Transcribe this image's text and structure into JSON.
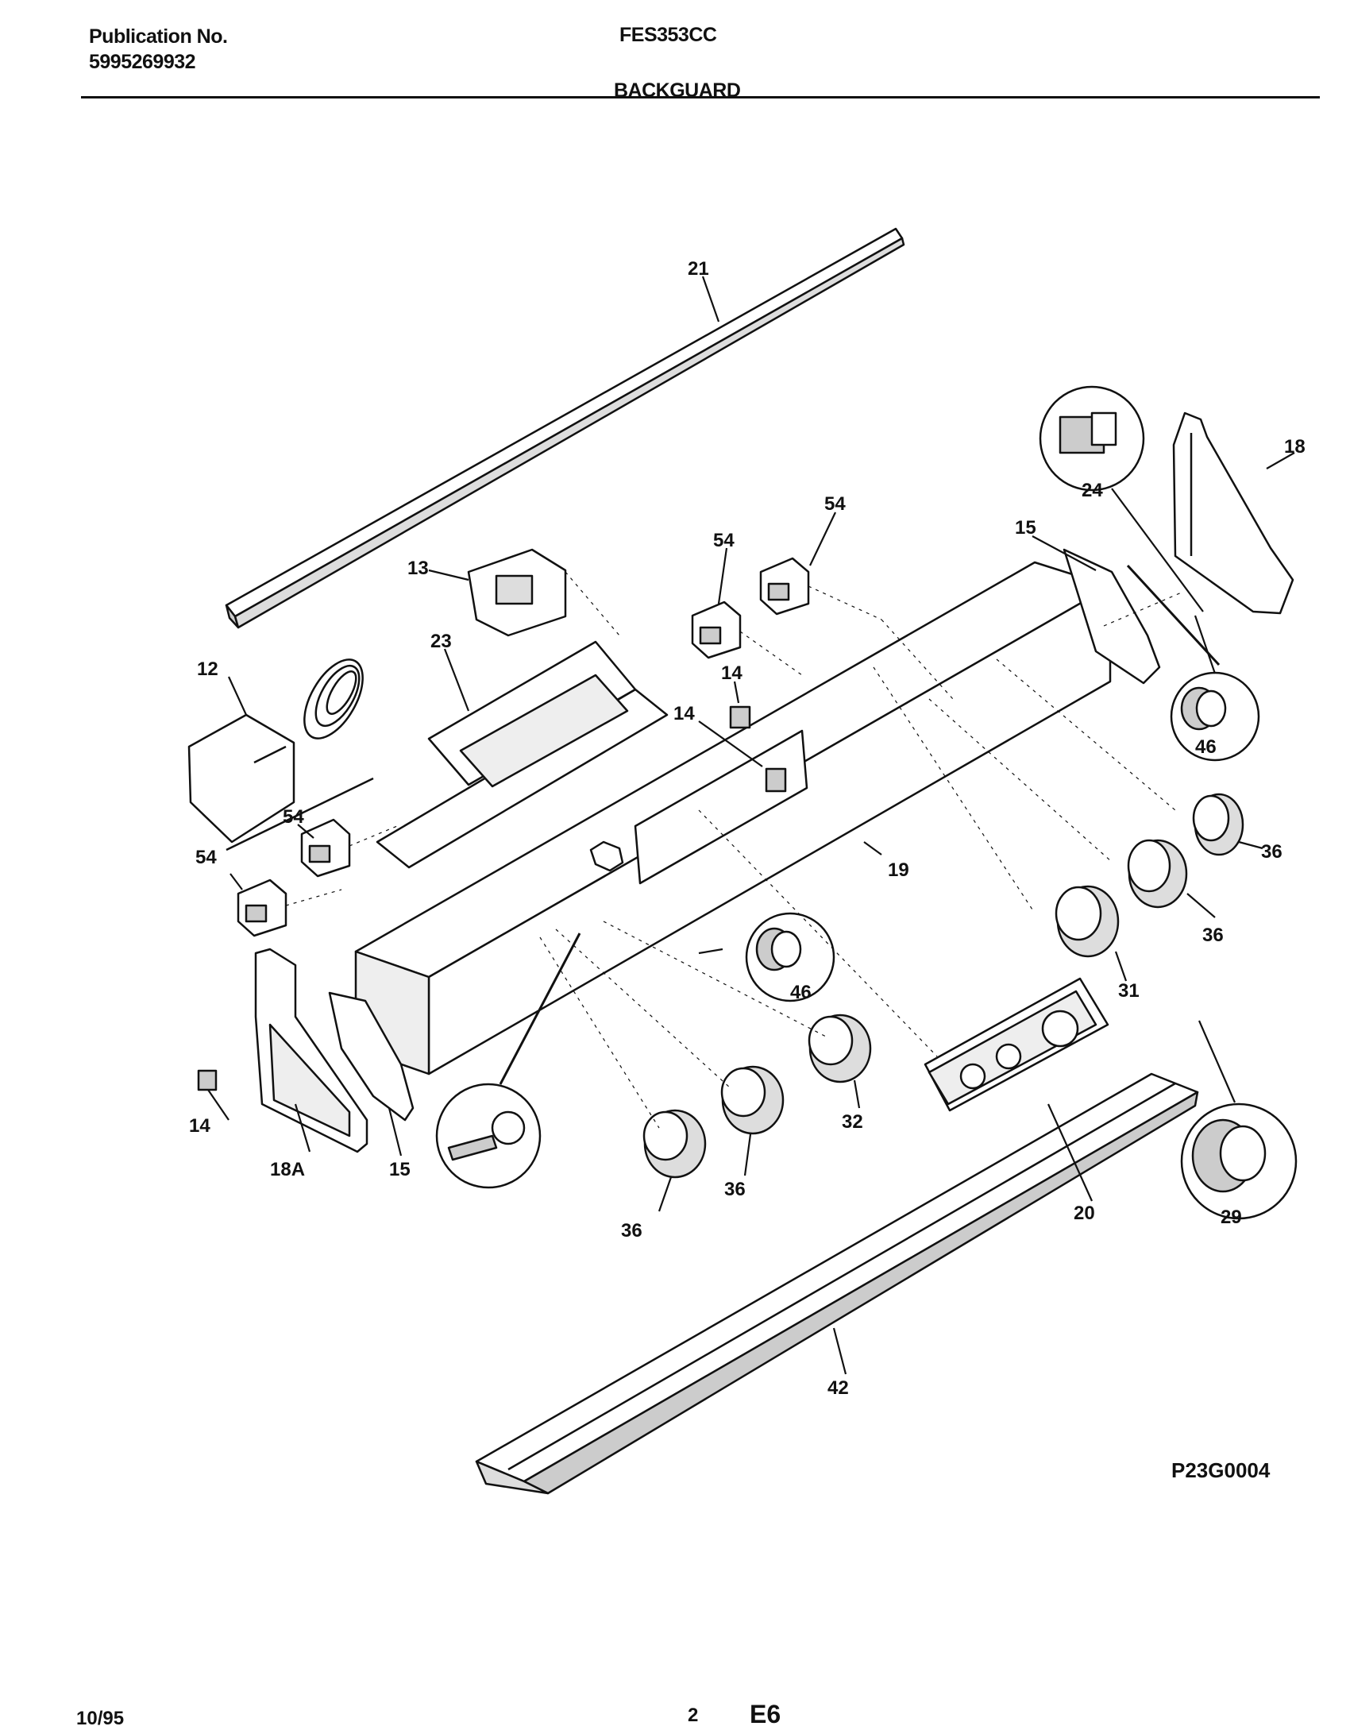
{
  "header": {
    "publication_label": "Publication No.",
    "publication_number": "5995269932",
    "model": "FES353CC",
    "section_title": "BACKGUARD"
  },
  "callouts": {
    "c21": "21",
    "c18": "18",
    "c24": "24",
    "c15a": "15",
    "c54a": "54",
    "c54b": "54",
    "c13": "13",
    "c12": "12",
    "c23": "23",
    "c14a": "14",
    "c14b": "14",
    "c46a": "46",
    "c54c": "54",
    "c54d": "54",
    "c19": "19",
    "c36a": "36",
    "c36b": "36",
    "c31": "31",
    "c46b": "46",
    "c32": "32",
    "c14c": "14",
    "c18a": "18A",
    "c15b": "15",
    "c36c": "36",
    "c36d": "36",
    "c20": "20",
    "c29": "29",
    "c42": "42"
  },
  "drawing_number": "P23G0004",
  "footer": {
    "date": "10/95",
    "page": "2",
    "code": "E6"
  }
}
